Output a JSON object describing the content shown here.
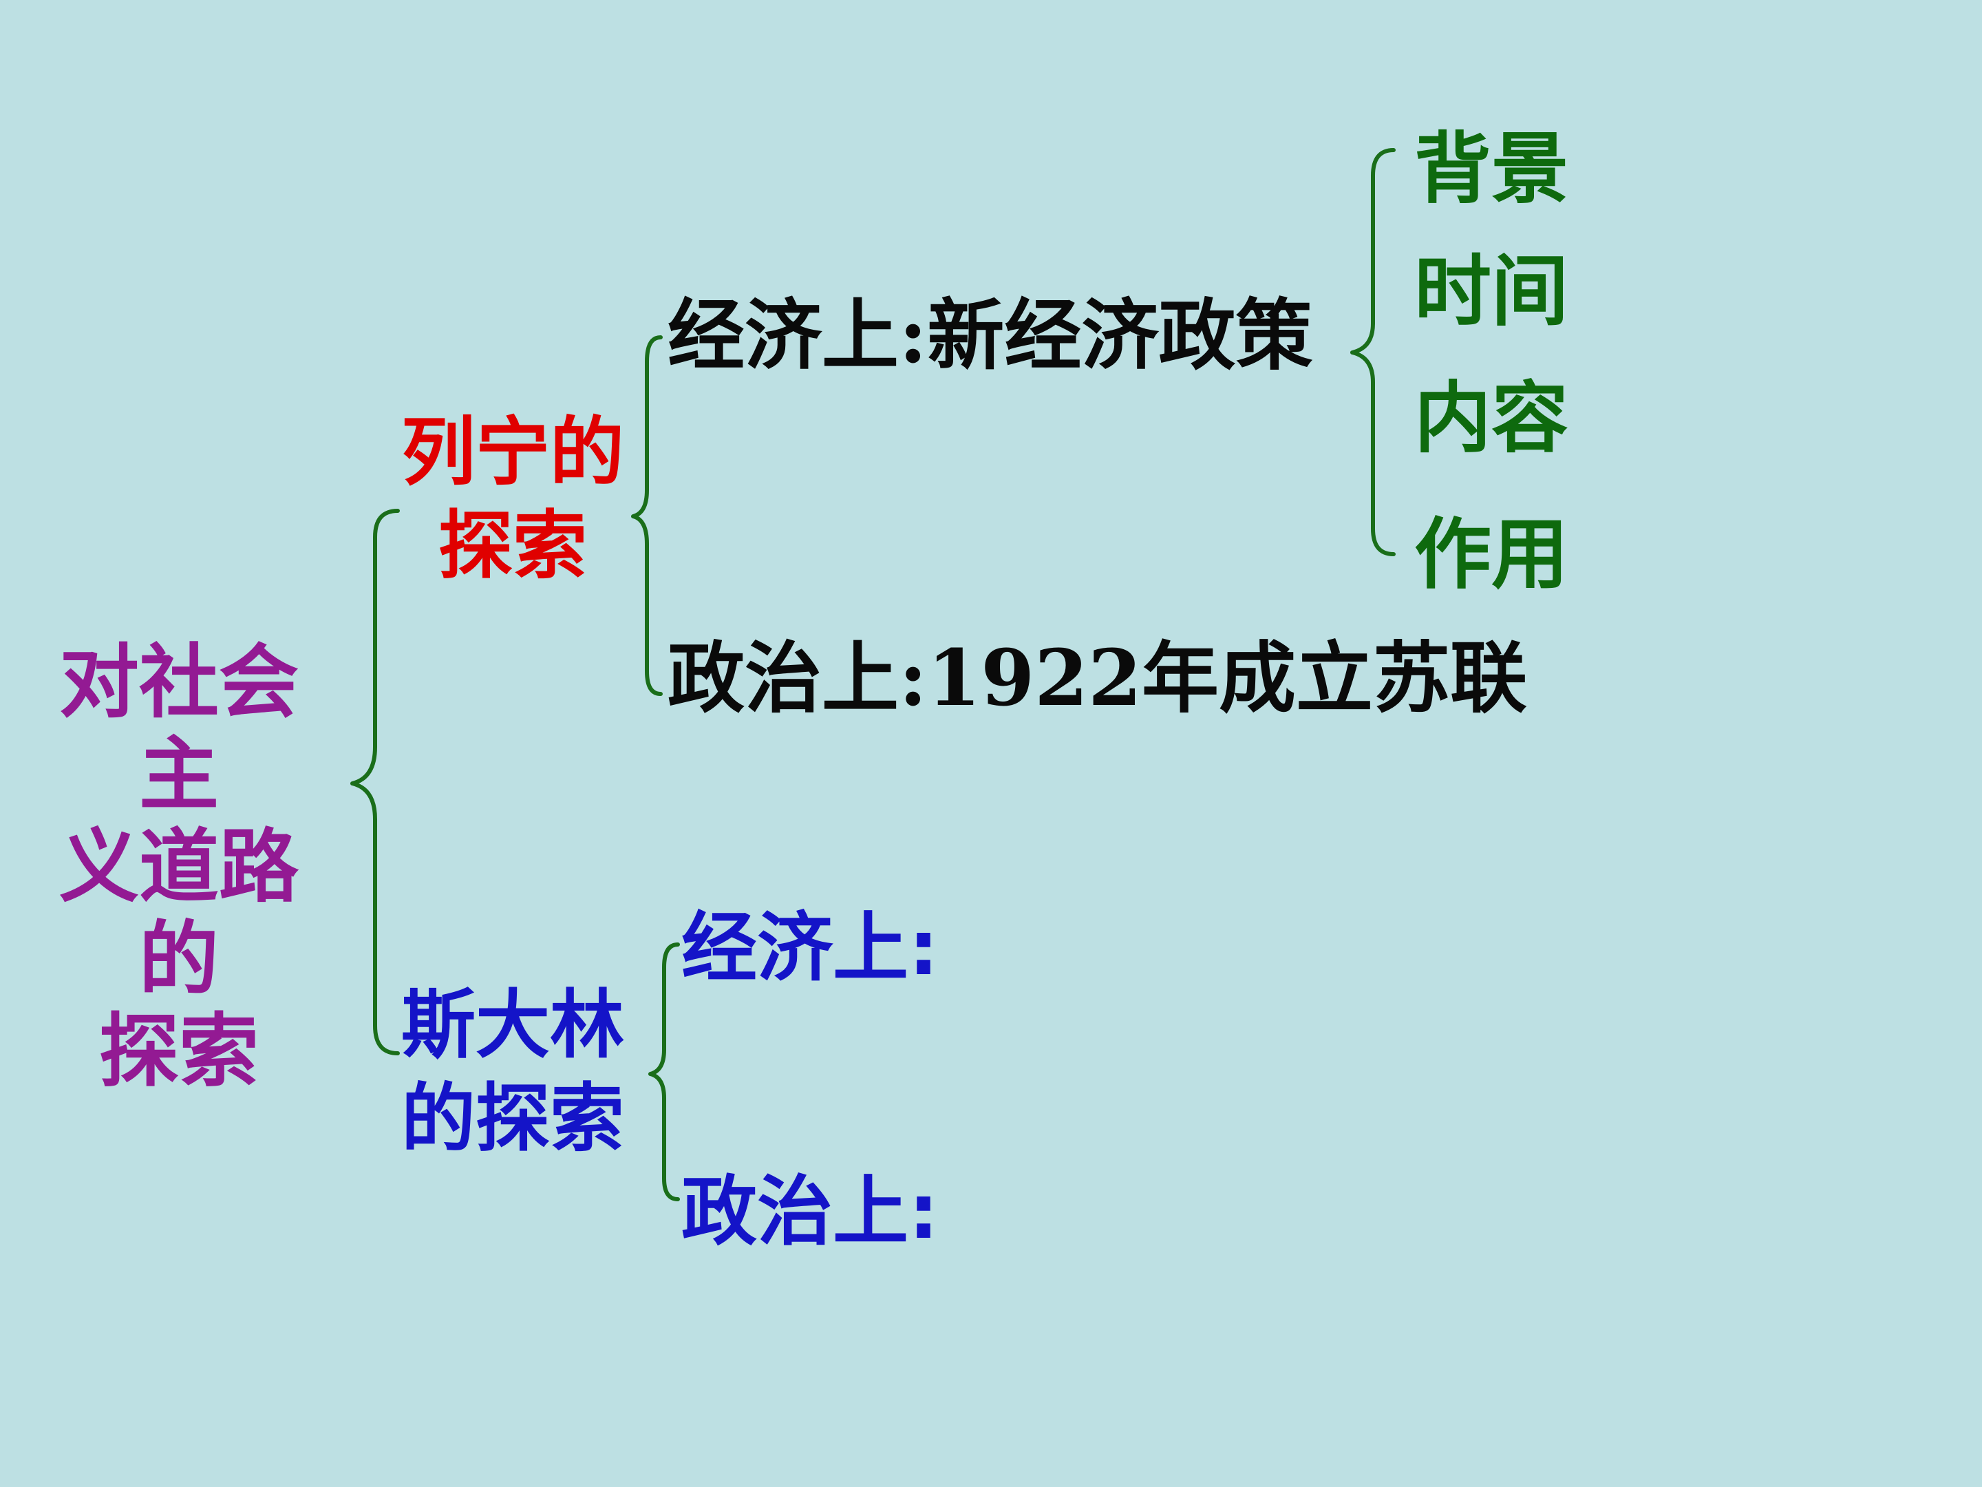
{
  "root": {
    "lines": [
      "对社会主",
      "义道路的",
      "探索"
    ]
  },
  "lenin": {
    "lines": [
      "列宁的",
      "探索"
    ],
    "economic": "经济上:新经济政策",
    "political": "政治上:1922年成立苏联",
    "nep_items": [
      "背景",
      "时间",
      "内容",
      "作用"
    ]
  },
  "stalin": {
    "lines": [
      "斯大林",
      "的探索"
    ],
    "economic": "经济上:",
    "political": "政治上:"
  },
  "colors": {
    "background": "#bde0e3",
    "root": "#931a93",
    "lenin": "#e00000",
    "stalin": "#1414c8",
    "statement": "#0a0a0a",
    "items": "#0e6a0e",
    "brace": "#1a6e1a"
  }
}
